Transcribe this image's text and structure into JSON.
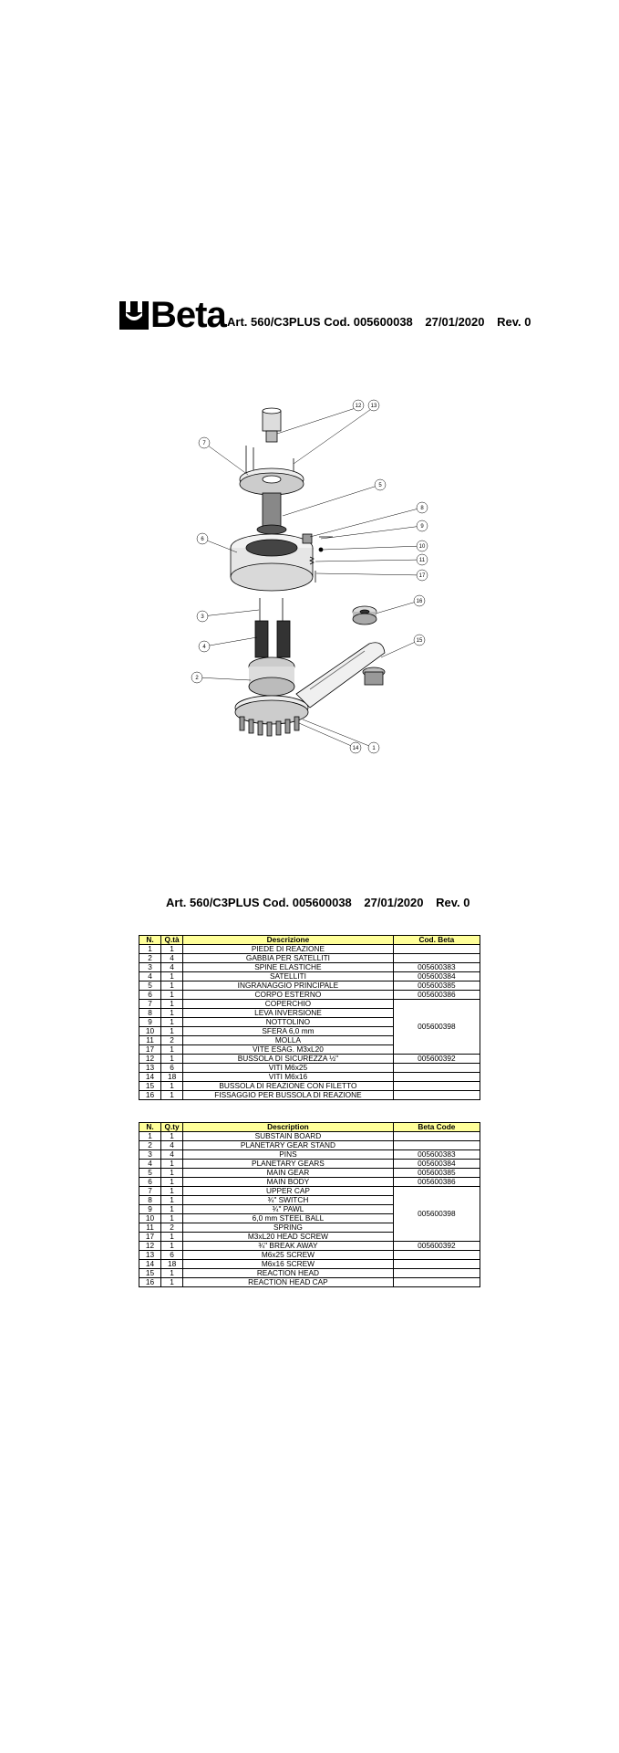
{
  "header": {
    "brand": "Beta",
    "article": "Art. 560/C3PLUS",
    "code": "Cod. 005600038",
    "date": "27/01/2020",
    "revision": "Rev. 0"
  },
  "drawing": {
    "callouts": [
      "1",
      "2",
      "3",
      "4",
      "5",
      "6",
      "7",
      "8",
      "9",
      "10",
      "11",
      "12",
      "13",
      "14",
      "15",
      "16",
      "17"
    ]
  },
  "table_it": {
    "headers": [
      "N.",
      "Q.tà",
      "Descrizione",
      "Cod. Beta"
    ],
    "rows": [
      {
        "n": "1",
        "q": "1",
        "desc": "PIEDE DI REAZIONE",
        "code": ""
      },
      {
        "n": "2",
        "q": "4",
        "desc": "GABBIA PER SATELLITI",
        "code": ""
      },
      {
        "n": "3",
        "q": "4",
        "desc": "SPINE ELASTICHE",
        "code": "005600383"
      },
      {
        "n": "4",
        "q": "1",
        "desc": "SATELLITI",
        "code": "005600384"
      },
      {
        "n": "5",
        "q": "1",
        "desc": "INGRANAGGIO PRINCIPALE",
        "code": "005600385"
      },
      {
        "n": "6",
        "q": "1",
        "desc": "CORPO ESTERNO",
        "code": "005600386"
      },
      {
        "n": "7",
        "q": "1",
        "desc": "COPERCHIO",
        "code": ""
      },
      {
        "n": "8",
        "q": "1",
        "desc": "LEVA INVERSIONE",
        "code": ""
      },
      {
        "n": "9",
        "q": "1",
        "desc": "NOTTOLINO",
        "code": ""
      },
      {
        "n": "10",
        "q": "1",
        "desc": "SFERA 6,0 mm",
        "code": ""
      },
      {
        "n": "11",
        "q": "2",
        "desc": "MOLLA",
        "code": ""
      },
      {
        "n": "17",
        "q": "1",
        "desc": "VITE ESAG. M3xL20",
        "code": ""
      },
      {
        "n": "12",
        "q": "1",
        "desc": "BUSSOLA DI SICUREZZA ½\"",
        "code": "005600392"
      },
      {
        "n": "13",
        "q": "6",
        "desc": "VITI M6x25",
        "code": ""
      },
      {
        "n": "14",
        "q": "18",
        "desc": "VITI M6x16",
        "code": ""
      },
      {
        "n": "15",
        "q": "1",
        "desc": "BUSSOLA DI REAZIONE CON FILETTO",
        "code": ""
      },
      {
        "n": "16",
        "q": "1",
        "desc": "FISSAGGIO PER BUSSOLA DI REAZIONE",
        "code": ""
      }
    ],
    "group_code": "005600398"
  },
  "table_en": {
    "headers": [
      "N.",
      "Q.ty",
      "Description",
      "Beta Code"
    ],
    "rows": [
      {
        "n": "1",
        "q": "1",
        "desc": "SUBSTAIN BOARD",
        "code": ""
      },
      {
        "n": "2",
        "q": "4",
        "desc": "PLANETARY GEAR STAND",
        "code": ""
      },
      {
        "n": "3",
        "q": "4",
        "desc": "PINS",
        "code": "005600383"
      },
      {
        "n": "4",
        "q": "1",
        "desc": "PLANETARY GEARS",
        "code": "005600384"
      },
      {
        "n": "5",
        "q": "1",
        "desc": "MAIN GEAR",
        "code": "005600385"
      },
      {
        "n": "6",
        "q": "1",
        "desc": "MAIN BODY",
        "code": "005600386"
      },
      {
        "n": "7",
        "q": "1",
        "desc": "UPPER CAP",
        "code": ""
      },
      {
        "n": "8",
        "q": "1",
        "desc": "¾\" SWITCH",
        "code": ""
      },
      {
        "n": "9",
        "q": "1",
        "desc": "¾\" PAWL",
        "code": ""
      },
      {
        "n": "10",
        "q": "1",
        "desc": "6,0 mm STEEL BALL",
        "code": ""
      },
      {
        "n": "11",
        "q": "2",
        "desc": "SPRING",
        "code": ""
      },
      {
        "n": "17",
        "q": "1",
        "desc": "M3xL20 HEAD SCREW",
        "code": ""
      },
      {
        "n": "12",
        "q": "1",
        "desc": "¾\" BREAK AWAY",
        "code": "005600392"
      },
      {
        "n": "13",
        "q": "6",
        "desc": "M6x25 SCREW",
        "code": ""
      },
      {
        "n": "14",
        "q": "18",
        "desc": "M6x16 SCREW",
        "code": ""
      },
      {
        "n": "15",
        "q": "1",
        "desc": "REACTION HEAD",
        "code": ""
      },
      {
        "n": "16",
        "q": "1",
        "desc": "REACTION HEAD CAP",
        "code": ""
      }
    ],
    "group_code": "005600398"
  }
}
